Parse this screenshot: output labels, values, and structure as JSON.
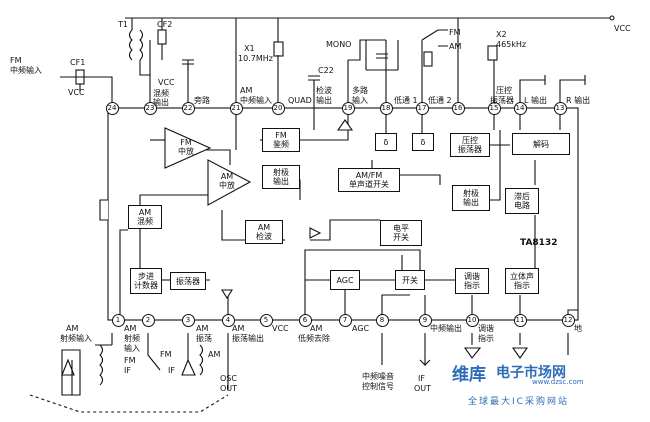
{
  "chip": {
    "name": "TA8132",
    "vcc": "VCC"
  },
  "components": {
    "cf1": "CF1",
    "t1": "T1",
    "cf2": "CF2",
    "x1": "X1",
    "x1_freq": "10.7MHz",
    "c22": "C22",
    "x2": "X2",
    "x2_freq": "465kHz",
    "mono": "MONO",
    "fm": "FM",
    "am": "AM"
  },
  "pins": [
    {
      "n": "1"
    },
    {
      "n": "2"
    },
    {
      "n": "3"
    },
    {
      "n": "4"
    },
    {
      "n": "5"
    },
    {
      "n": "6"
    },
    {
      "n": "7"
    },
    {
      "n": "8"
    },
    {
      "n": "9"
    },
    {
      "n": "10"
    },
    {
      "n": "11"
    },
    {
      "n": "12"
    },
    {
      "n": "13"
    },
    {
      "n": "14"
    },
    {
      "n": "15"
    },
    {
      "n": "16"
    },
    {
      "n": "17"
    },
    {
      "n": "18"
    },
    {
      "n": "19"
    },
    {
      "n": "20"
    },
    {
      "n": "21"
    },
    {
      "n": "22"
    },
    {
      "n": "23"
    },
    {
      "n": "24"
    }
  ],
  "top_labels": {
    "fm_if_in_1": "FM",
    "fm_if_in_2": "中频输入",
    "vcc_cf1": "VCC",
    "mix_out_1": "混频",
    "mix_out_2": "输出",
    "vcc_t1": "VCC",
    "bypass": "旁路",
    "am_if_in_1": "AM",
    "am_if_in_2": "中频输入",
    "quad": "QUAD",
    "det_out_1": "检波",
    "det_out_2": "输出",
    "multi_in_1": "多路",
    "multi_in_2": "输入",
    "lpf1": "低通  1",
    "lpf2": "低通  2",
    "vco_1": "压控",
    "vco_2": "振荡器",
    "l_out": "L 输出",
    "r_out": "R 输出"
  },
  "bottom_labels": {
    "am_rf_1": "AM",
    "am_rf_2": "射频输入",
    "am_rf_in_pin2_1": "AM",
    "am_rf_in_pin2_2": "射频",
    "am_rf_in_pin2_3": "输入",
    "fm_if_switch_1": "FM",
    "fm_if_switch_2": "IF",
    "am_osc_1": "AM",
    "am_osc_2": "振荡",
    "am_osc_out_1": "AM",
    "am_osc_out_2": "振荡输出",
    "vcc": "VCC",
    "am_lf_1": "AM",
    "am_lf_2": "低频去除",
    "agc": "AGC",
    "if_out": "中频输出",
    "tune_ind_1": "调谐",
    "tune_ind_2": "指示",
    "ground": "地",
    "fm": "FM",
    "if": "IF",
    "am_osc_3": "AM",
    "osc_out_1": "OSC",
    "osc_out_2": "OUT",
    "noise_1": "中频噪音",
    "noise_2": "控制信号",
    "if_out2_1": "IF",
    "if_out2_2": "OUT"
  },
  "blocks": {
    "fm_if_amp": "FM\n中放",
    "am_if_amp": "AM\n中放",
    "fm_demod": "FM\n鉴频",
    "emitter_out": "射极\n输出",
    "am_det": "AM\n检波",
    "am_mixer": "AM\n混频",
    "am_fm_switch": "AM/FM\n单声道开关",
    "delta1": "δ",
    "delta2": "δ",
    "vco": "压控\n振荡器",
    "decoder": "解码",
    "emitter_out2": "射极\n输出",
    "delay": "滞后\n电路",
    "level_switch": "电平\n开关",
    "agc": "AGC",
    "switch": "开关",
    "tune_ind": "调谐\n指示",
    "stereo_ind": "立体声\n指示",
    "step_counter": "步进\n计数器",
    "oscillator": "振荡器"
  },
  "watermark": {
    "logo": "维库",
    "site": "电子市场网",
    "slogan": "全球最大IC采购网站",
    "url": "www.dzsc.com"
  }
}
